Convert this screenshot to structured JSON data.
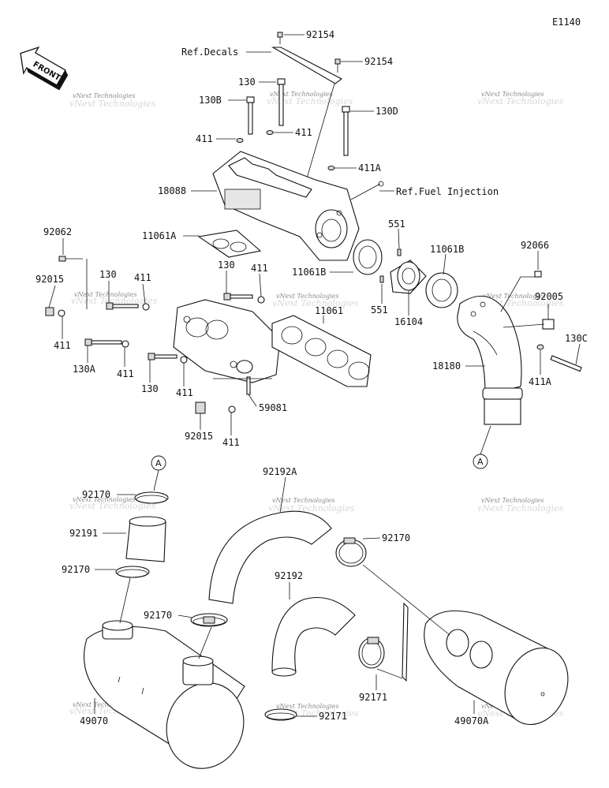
{
  "diagram_code": "E1140",
  "front_badge": "FRONT",
  "watermark": "vNext Technologies",
  "refs": {
    "decals": "Ref.Decals",
    "fuel": "Ref.Fuel Injection"
  },
  "markers": {
    "a_top": "A",
    "a_mid": "A"
  },
  "labels": {
    "p92154a": "92154",
    "p92154b": "92154",
    "p130top": "130",
    "p130b": "130B",
    "p130d": "130D",
    "p411l": "411",
    "p411r": "411",
    "p411a_top": "411A",
    "p18088": "18088",
    "p11061a": "11061A",
    "p92062": "92062",
    "p92015l": "92015",
    "p130m": "130",
    "p411m1": "411",
    "p130m2": "130",
    "p411m2": "411",
    "p411low": "411",
    "p130a": "130A",
    "p411low2": "411",
    "p130low": "130",
    "p411low3": "411",
    "p92015b": "92015",
    "p411bot": "411",
    "p59081": "59081",
    "p11061": "11061",
    "p11061b_l": "11061B",
    "p551t": "551",
    "p551b": "551",
    "p16104": "16104",
    "p11061b_r": "11061B",
    "p92066": "92066",
    "p92005": "92005",
    "p130c": "130C",
    "p411a_r": "411A",
    "p18180": "18180",
    "p92170a": "92170",
    "p92191": "92191",
    "p92170b": "92170",
    "p92192a": "92192A",
    "p92170c": "92170",
    "p92170d": "92170",
    "p92192": "92192",
    "p92171a": "92171",
    "p92171b": "92171",
    "p49070": "49070",
    "p49070a": "49070A"
  }
}
